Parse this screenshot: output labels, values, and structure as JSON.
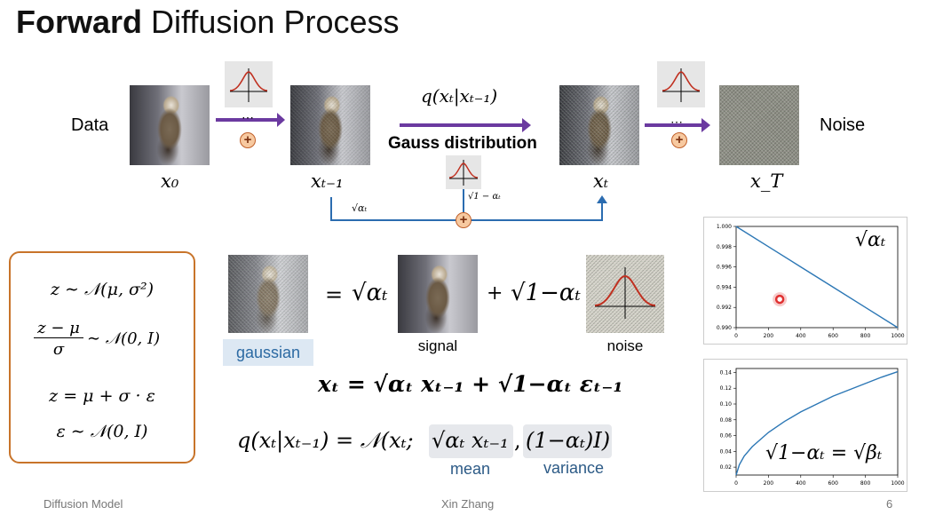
{
  "title": {
    "bold": "Forward",
    "rest": "Diffusion Process"
  },
  "diagram": {
    "data_label": "Data",
    "noise_label": "Noise",
    "ellipsis": "⋯",
    "x0": "x₀",
    "xt_minus_1": "xₜ₋₁",
    "xt": "xₜ",
    "xT": "x_T",
    "transition": "q(xₜ|xₜ₋₁)",
    "gauss_distribution": "Gauss distribution",
    "sqrt_alpha": "√αₜ",
    "sqrt_one_minus_alpha": "√1 − αₜ",
    "plus": "+"
  },
  "formula_box": {
    "line1": "z ∼ 𝒩(μ,  σ²)",
    "line2_num": "z − μ",
    "line2_den": "σ",
    "line2_rest": "∼ 𝒩(0,  I)",
    "line3": "z = μ + σ · ε",
    "line4": "ε ∼ 𝒩(0, I)"
  },
  "equation": {
    "equals": "=",
    "sqrt_alpha": "√αₜ",
    "plus": "+",
    "sqrt_one_minus_alpha": "√1−αₜ",
    "gaussian_tag": "gaussian",
    "signal_caption": "signal",
    "noise_caption": "noise",
    "update_rule": "xₜ = √αₜ xₜ₋₁ + √1−αₜ εₜ₋₁",
    "q_lhs": "q(xₜ|xₜ₋₁) = 𝒩(xₜ;",
    "q_mean": "√αₜ xₜ₋₁",
    "q_comma": ",",
    "q_variance": "(1−αₜ)I)",
    "mean_label": "mean",
    "variance_label": "variance"
  },
  "chart_data": [
    {
      "type": "line",
      "title": "√αₜ",
      "x": [
        0,
        200,
        400,
        600,
        800,
        1000
      ],
      "values": [
        1.0,
        0.998,
        0.996,
        0.994,
        0.992,
        0.99
      ],
      "xticks": [
        "0",
        "200",
        "400",
        "600",
        "800",
        "1000"
      ],
      "yticks": [
        "1.000",
        "0.998",
        "0.996",
        "0.994",
        "0.992",
        "0.990"
      ],
      "xlim": [
        0,
        1000
      ],
      "ylim": [
        0.99,
        1.0
      ],
      "color": "#2c77b5",
      "marker": {
        "x": 270,
        "y": 0.9928,
        "color": "#e03030"
      }
    },
    {
      "type": "line",
      "title": "√1−αₜ = √βₜ",
      "x": [
        0,
        20,
        50,
        100,
        200,
        300,
        400,
        500,
        600,
        700,
        800,
        900,
        1000
      ],
      "values": [
        0.01,
        0.023,
        0.034,
        0.046,
        0.064,
        0.078,
        0.09,
        0.1,
        0.11,
        0.118,
        0.126,
        0.134,
        0.141
      ],
      "xticks": [
        "0",
        "200",
        "400",
        "600",
        "800",
        "1000"
      ],
      "yticks": [
        "0.14",
        "0.12",
        "0.10",
        "0.08",
        "0.06",
        "0.04",
        "0.02"
      ],
      "xlim": [
        0,
        1000
      ],
      "ylim": [
        0.01,
        0.145
      ],
      "color": "#2c77b5"
    }
  ],
  "footer": {
    "left": "Diffusion Model",
    "center": "Xin Zhang",
    "page": "6"
  }
}
